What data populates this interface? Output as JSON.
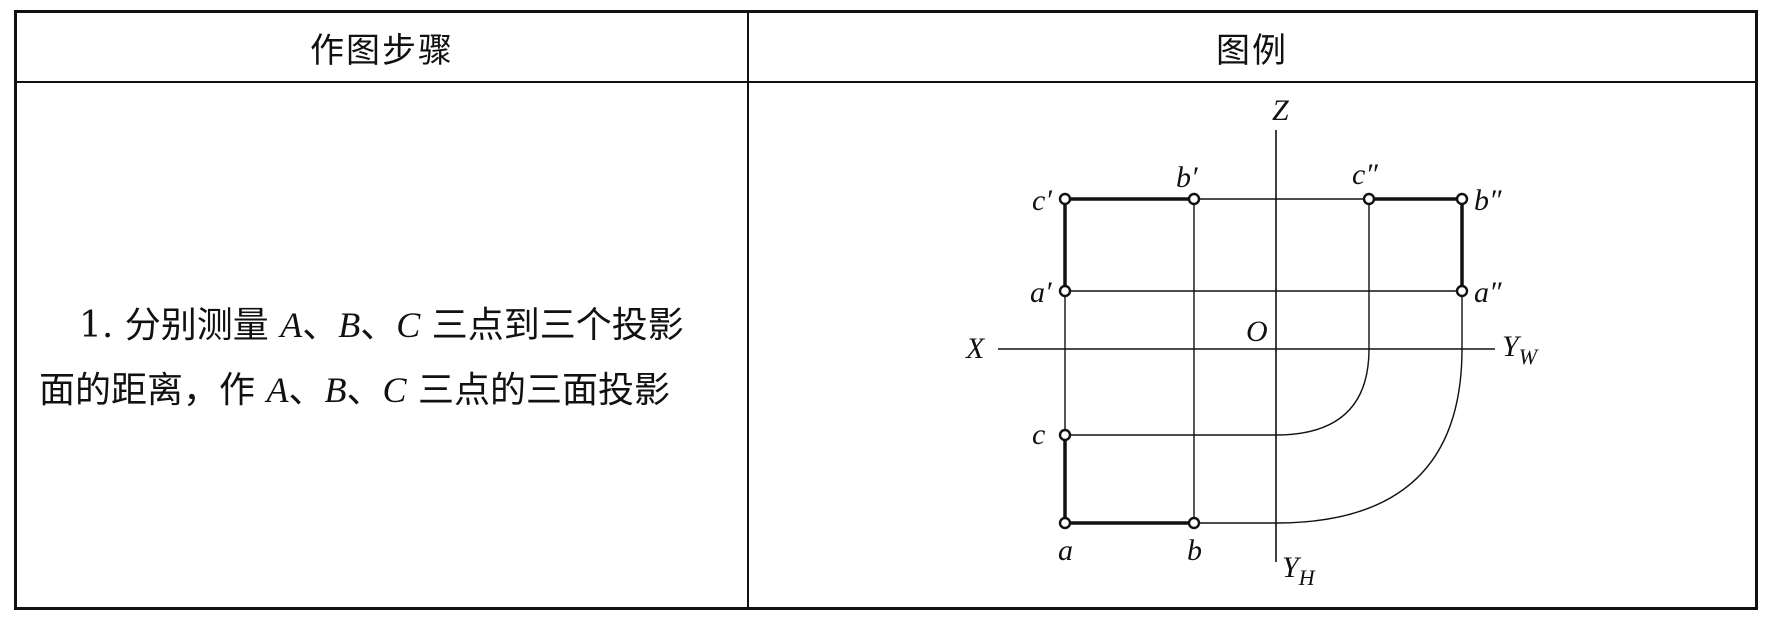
{
  "table": {
    "header_left": "作图步骤",
    "header_right": "图例"
  },
  "step": {
    "line1_prefix": "1. 分别测量 ",
    "line1_A": "A",
    "line1_sep1": "、",
    "line1_B": "B",
    "line1_sep2": "、",
    "line1_C": "C",
    "line1_suffix": " 三点到三个投影",
    "line2_prefix": "面的距离，作 ",
    "line2_A": "A",
    "line2_sep1": "、",
    "line2_B": "B",
    "line2_sep2": "、",
    "line2_C": "C",
    "line2_suffix": " 三点的三面投影"
  },
  "diagram": {
    "labels": {
      "Z": "Z",
      "X": "X",
      "O": "O",
      "YW": "Y",
      "YW_sub": "W",
      "YH": "Y",
      "YH_sub": "H",
      "c_prime": "c′",
      "b_prime": "b′",
      "c_dprime": "c″",
      "b_dprime": "b″",
      "a_prime": "a′",
      "a_dprime": "a″",
      "c": "c",
      "a": "a",
      "b": "b"
    }
  }
}
